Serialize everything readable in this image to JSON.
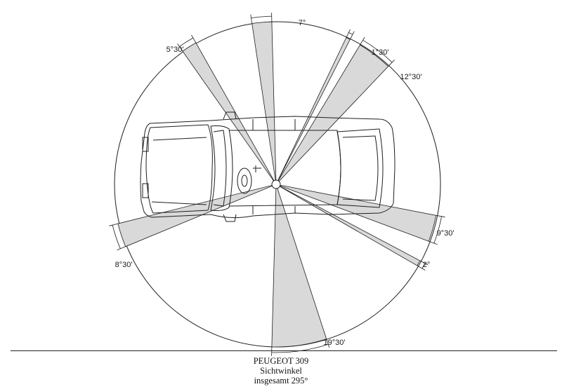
{
  "diagram": {
    "sectors": [
      {
        "id": "sector-front-center",
        "label": "7°",
        "from_deg": -8.5,
        "to_deg": -1.5
      },
      {
        "id": "sector-front-left",
        "label": "5°30'",
        "from_deg": -35.0,
        "to_deg": -29.5
      },
      {
        "id": "sector-front-right-narrow",
        "label": "1°30'",
        "from_deg": 25.5,
        "to_deg": 27.0
      },
      {
        "id": "sector-front-right-wide",
        "label": "12°30'",
        "from_deg": 31.0,
        "to_deg": 43.5
      },
      {
        "id": "sector-right-rear",
        "label": "9°30'",
        "from_deg": 101.0,
        "to_deg": 110.5
      },
      {
        "id": "sector-right-rear-narrow",
        "label": "2°",
        "from_deg": 118.0,
        "to_deg": 120.0
      },
      {
        "id": "sector-rear",
        "label": "19°30'",
        "from_deg": 162.0,
        "to_deg": 181.5
      },
      {
        "id": "sector-left-rear",
        "label": "8°30'",
        "from_deg": 247.5,
        "to_deg": 256.0
      }
    ]
  },
  "caption": {
    "line1": "PEUGEOT 309",
    "line2": "Sichtwinkel",
    "line3": "insgesamt 295°"
  },
  "colors": {
    "sector_fill": "#d9d9d9",
    "line": "#1e1e1e"
  }
}
